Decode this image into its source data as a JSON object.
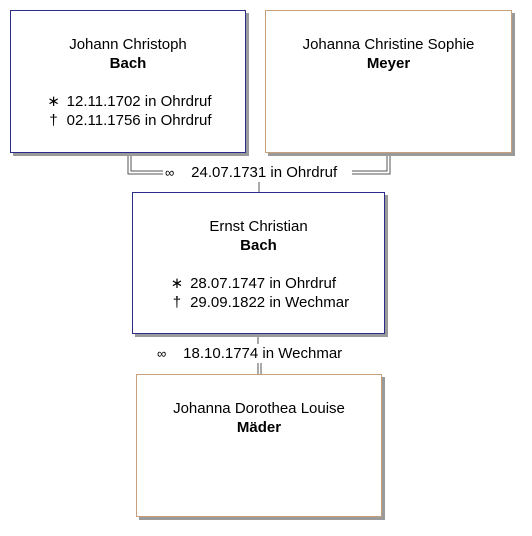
{
  "persons": {
    "father": {
      "given": "Johann Christoph",
      "surname": "Bach",
      "birth_symbol": "∗",
      "birth": "12.11.1702 in Ohrdruf",
      "death_symbol": "†",
      "death": "02.11.1756 in Ohrdruf"
    },
    "mother": {
      "given": "Johanna Christine Sophie",
      "surname": "Meyer"
    },
    "child": {
      "given": "Ernst Christian",
      "surname": "Bach",
      "birth_symbol": "∗",
      "birth": "28.07.1747 in Ohrdruf",
      "death_symbol": "†",
      "death": "29.09.1822 in Wechmar"
    },
    "spouse": {
      "given": "Johanna Dorothea Louise",
      "surname": "Mäder"
    }
  },
  "marriages": {
    "parents": {
      "symbol": "∞",
      "text": "24.07.1731 in Ohrdruf"
    },
    "child": {
      "symbol": "∞",
      "text": "18.10.1774 in Wechmar"
    }
  },
  "colors": {
    "male_border": "#2b2b8a",
    "female_border": "#c9a07c",
    "shadow": "#9a9a9a",
    "connector": "#555555"
  }
}
